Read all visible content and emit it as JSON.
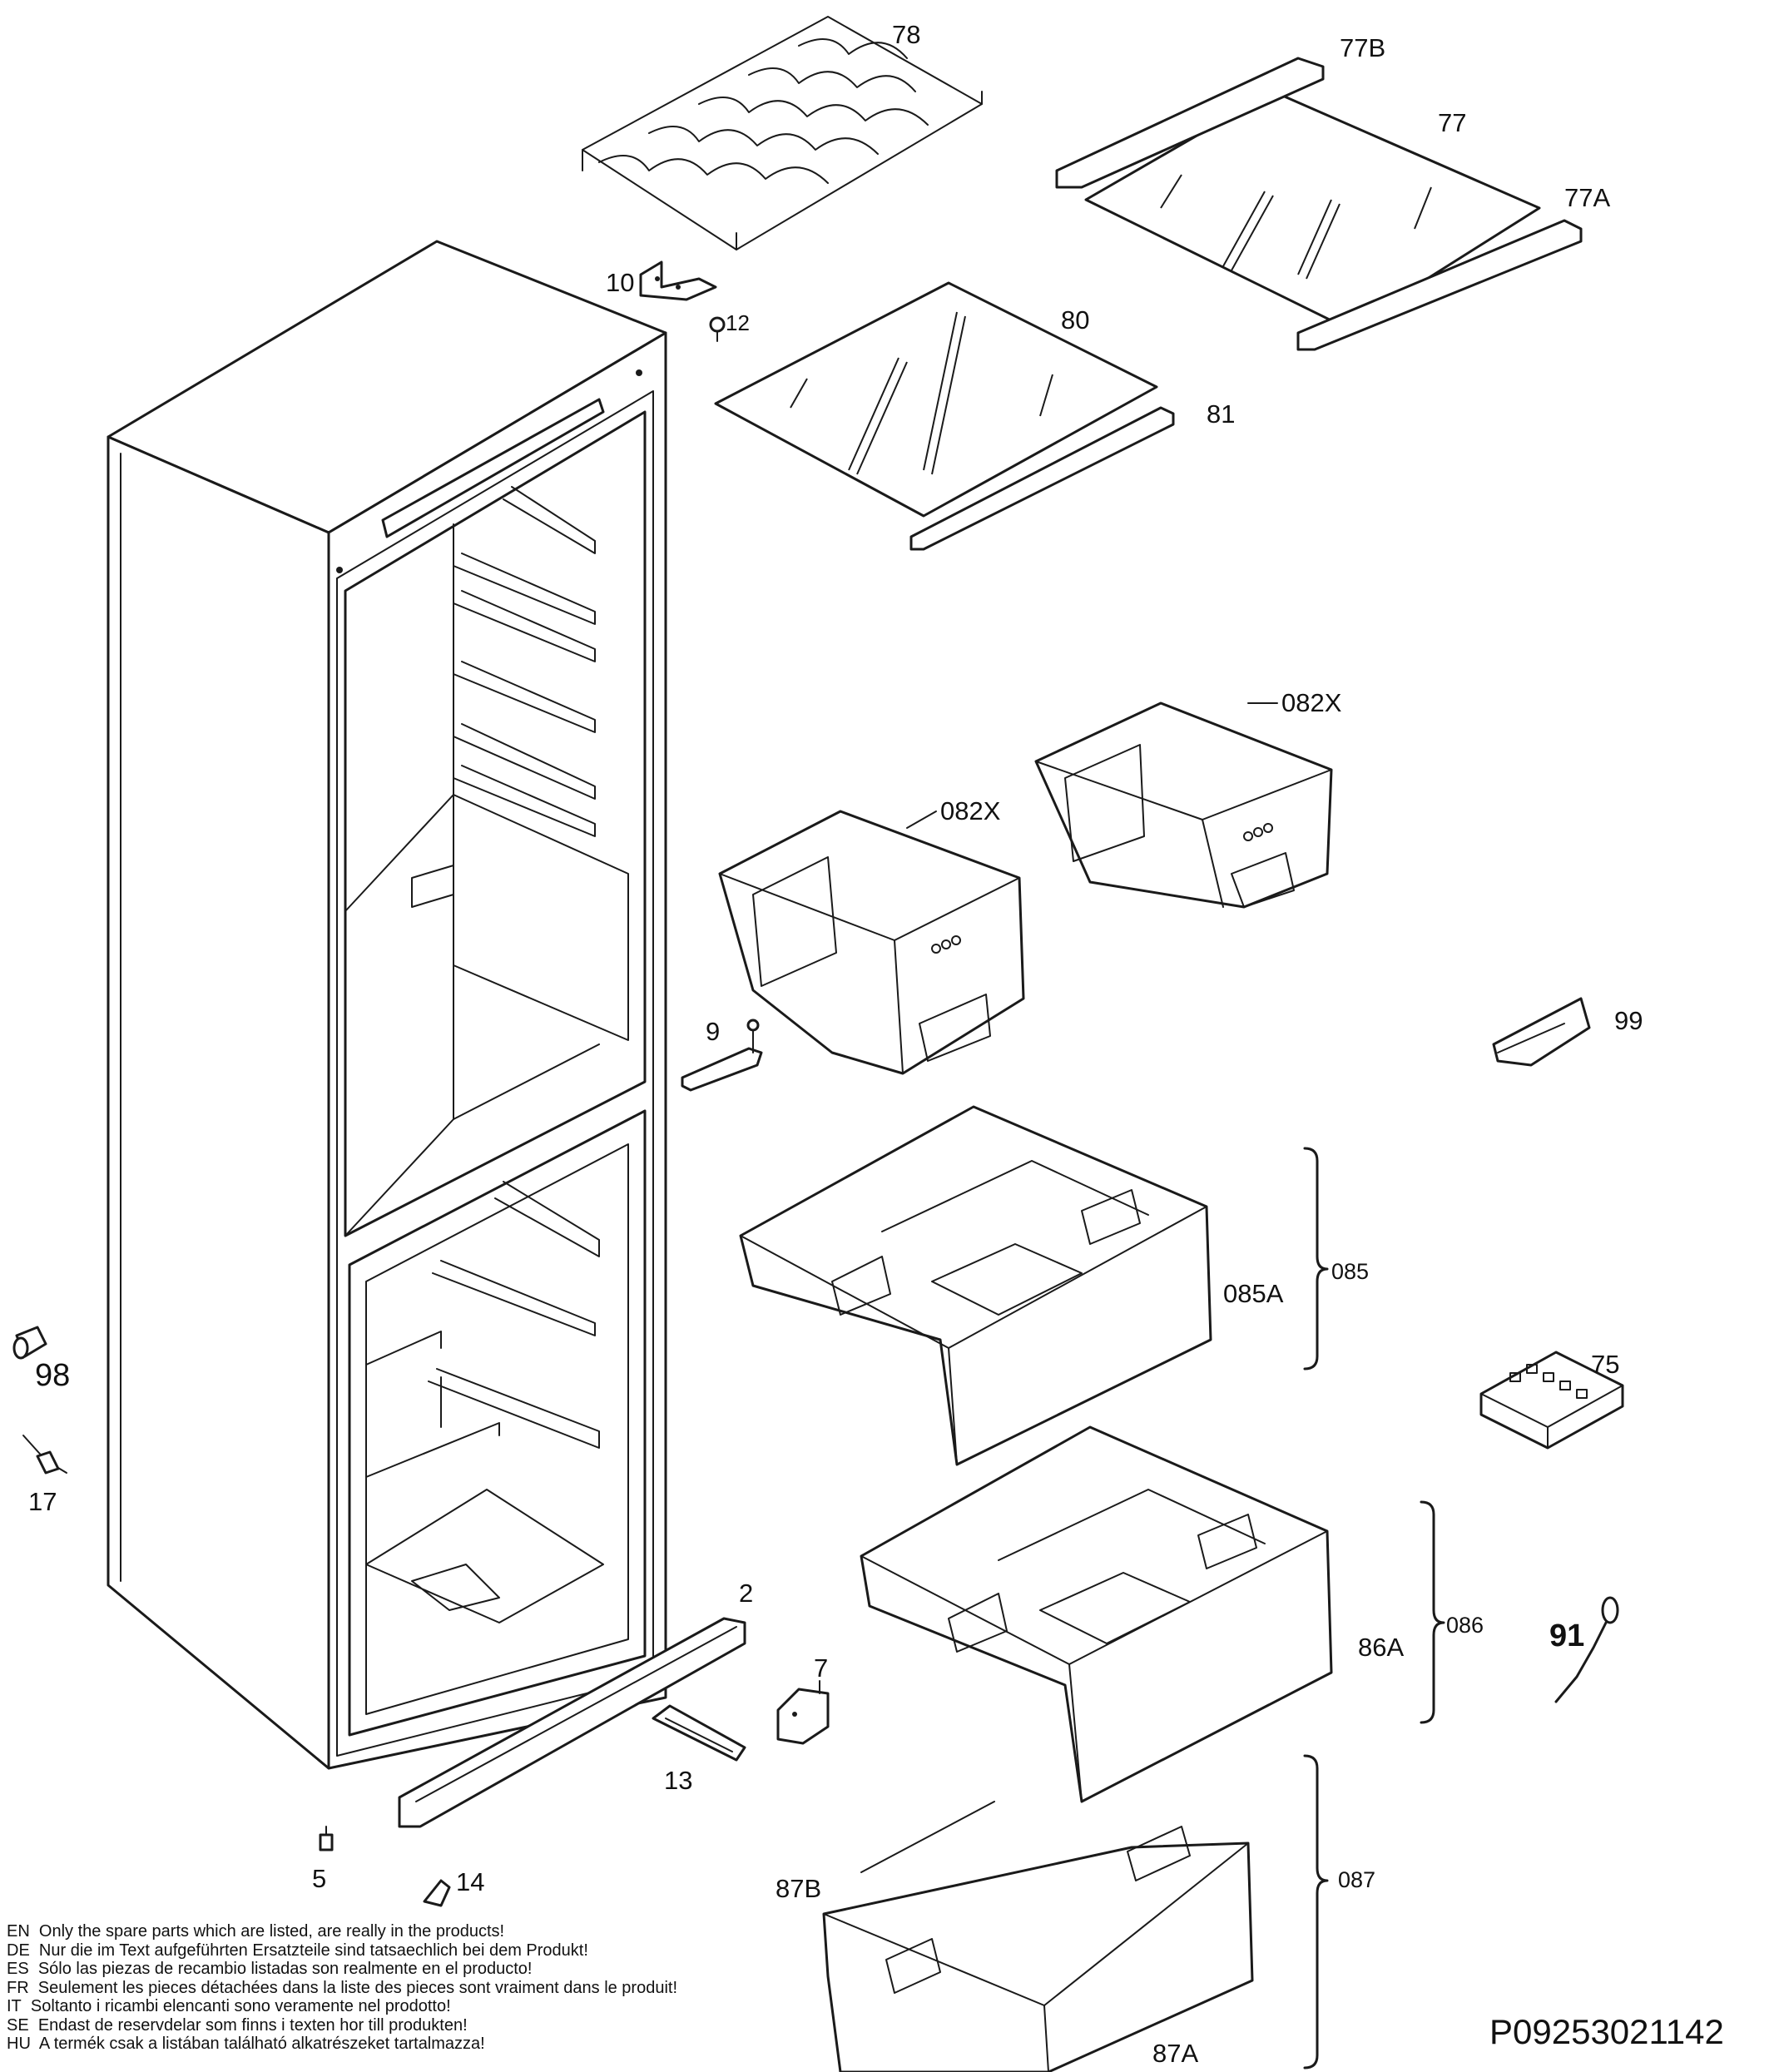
{
  "diagram": {
    "parts": [
      {
        "id": "78"
      },
      {
        "id": "77B"
      },
      {
        "id": "77"
      },
      {
        "id": "77A"
      },
      {
        "id": "10"
      },
      {
        "id": "12"
      },
      {
        "id": "80"
      },
      {
        "id": "81"
      },
      {
        "id": "082X"
      },
      {
        "id": "082X"
      },
      {
        "id": "9"
      },
      {
        "id": "99"
      },
      {
        "id": "085A"
      },
      {
        "id": "085"
      },
      {
        "id": "98"
      },
      {
        "id": "17"
      },
      {
        "id": "75"
      },
      {
        "id": "86A"
      },
      {
        "id": "086"
      },
      {
        "id": "91"
      },
      {
        "id": "2"
      },
      {
        "id": "7"
      },
      {
        "id": "13"
      },
      {
        "id": "5"
      },
      {
        "id": "14"
      },
      {
        "id": "87B"
      },
      {
        "id": "087"
      },
      {
        "id": "87A"
      }
    ],
    "notes": [
      {
        "lang": "EN",
        "text": "Only the spare parts which are listed, are really in the products!"
      },
      {
        "lang": "DE",
        "text": "Nur die im Text aufgeführten Ersatzteile sind tatsaechlich bei dem Produkt!"
      },
      {
        "lang": "ES",
        "text": "Sólo las piezas de recambio  listadas son realmente en el producto!"
      },
      {
        "lang": "FR",
        "text": "Seulement les pieces détachées dans la liste des pieces sont vraiment dans le produit!"
      },
      {
        "lang": "IT",
        "text": " Soltanto i ricambi elencanti sono veramente nel prodotto!"
      },
      {
        "lang": "SE",
        "text": "Endast de reservdelar som finns i texten hor till produkten!"
      },
      {
        "lang": "HU",
        "text": "A termék csak a listában található alkatrészeket tartalmazza!"
      }
    ],
    "drawing_code": "P09253021142"
  }
}
